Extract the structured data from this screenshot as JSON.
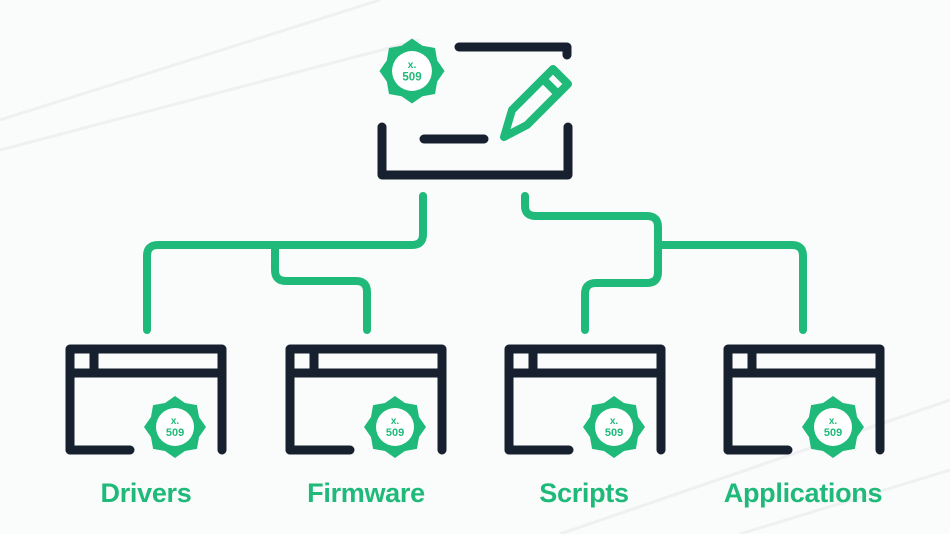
{
  "colors": {
    "accent": "#1fba7a",
    "outline": "#16202e",
    "background": "#fafbfb"
  },
  "root": {
    "name": "code-signing-certificate",
    "icon": "signed-document-icon",
    "badge": {
      "line1": "x.",
      "line2": "509"
    }
  },
  "targets": [
    {
      "label": "Drivers",
      "icon": "window-icon",
      "badge": {
        "line1": "x.",
        "line2": "509"
      }
    },
    {
      "label": "Firmware",
      "icon": "window-icon",
      "badge": {
        "line1": "x.",
        "line2": "509"
      }
    },
    {
      "label": "Scripts",
      "icon": "window-icon",
      "badge": {
        "line1": "x.",
        "line2": "509"
      }
    },
    {
      "label": "Applications",
      "icon": "window-icon",
      "badge": {
        "line1": "x.",
        "line2": "509"
      }
    }
  ]
}
